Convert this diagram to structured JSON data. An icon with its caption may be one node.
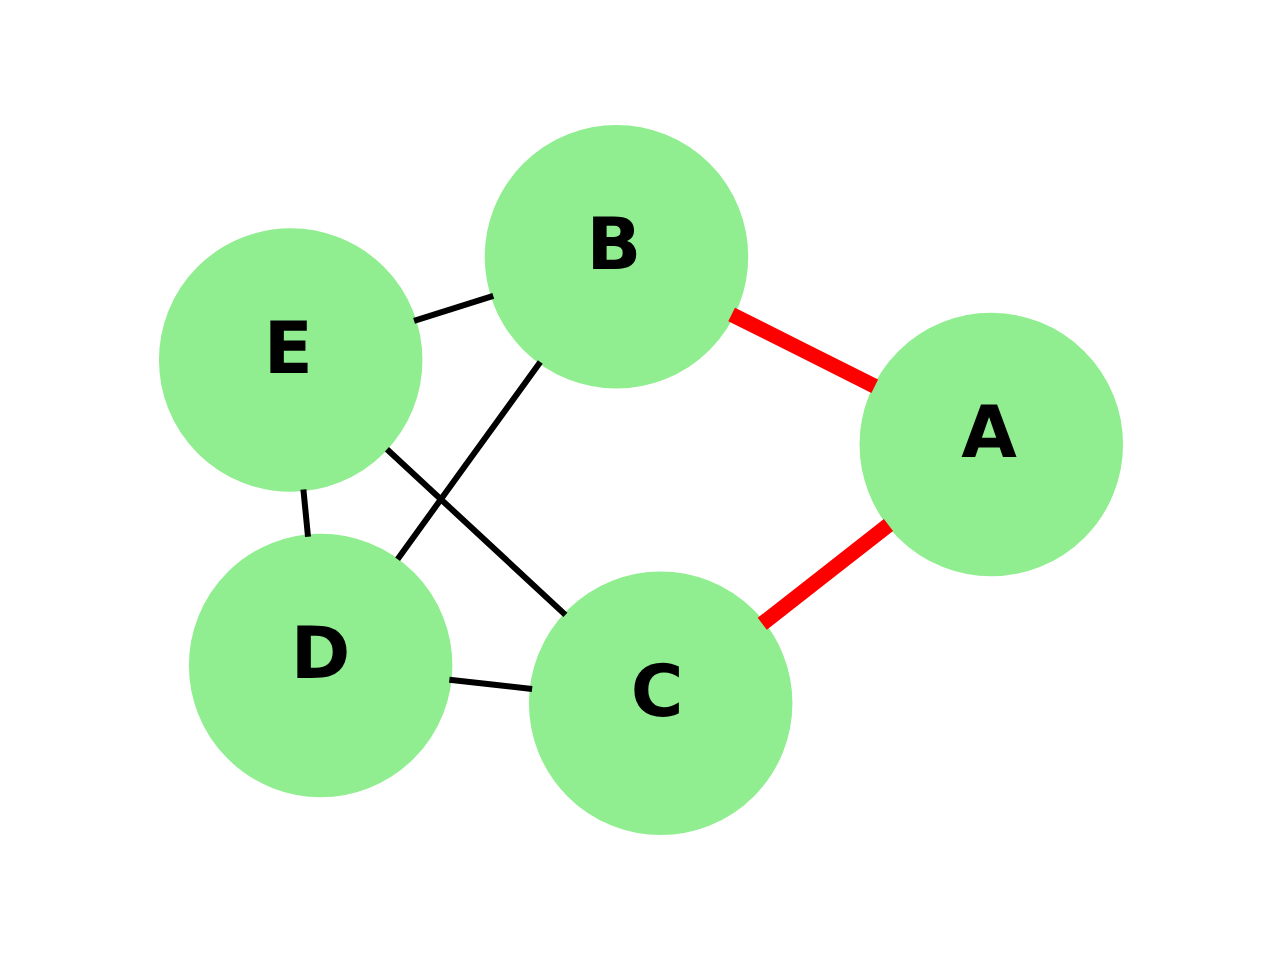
{
  "diagram": {
    "nodes": [
      {
        "text": [
          "A"
        ]
      },
      {
        "text": [
          "B"
        ]
      },
      {
        "text": [
          "C"
        ]
      },
      {
        "text": [
          "D"
        ]
      },
      {
        "text": [
          "E"
        ]
      }
    ],
    "edges": [
      {
        "from": 0,
        "to": 1,
        "arrow": "none",
        "style": "thick",
        "color": "#ff0000"
      },
      {
        "from": 0,
        "to": 2,
        "arrow": "none",
        "style": "thick",
        "color": "#ff0000"
      },
      {
        "from": 1,
        "to": 3,
        "arrow": "none"
      },
      {
        "from": 1,
        "to": 4,
        "arrow": "none"
      },
      {
        "from": 2,
        "to": 3,
        "arrow": "none"
      },
      {
        "from": 2,
        "to": 4,
        "arrow": "none"
      },
      {
        "from": 4,
        "to": 3,
        "arrow": "none"
      }
    ]
  }
}
